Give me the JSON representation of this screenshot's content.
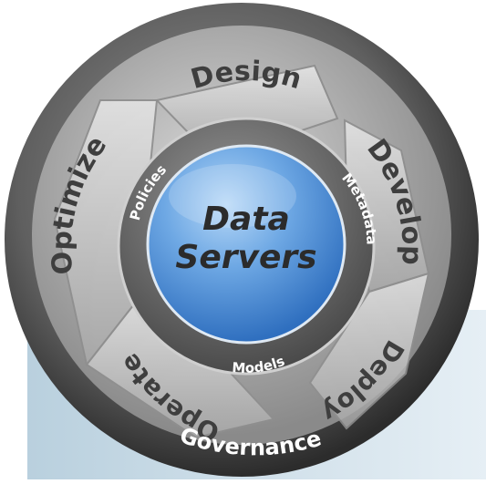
{
  "center": {
    "line1": "Data",
    "line2": "Servers"
  },
  "phases": {
    "design": "Design",
    "develop": "Develop",
    "deploy": "Deploy",
    "operate": "Operate",
    "optimize": "Optimize"
  },
  "inner_ring": {
    "policies": "Policies",
    "metadata": "Metadata",
    "models": "Models"
  },
  "outer_band": {
    "governance": "Governance"
  },
  "colors": {
    "background_band": "#c9dde8",
    "outer_dark": "#3a3a3a",
    "ring_gray": "#9c9c9c",
    "segment_light": "#c2c2c2",
    "inner_ring": "#6e6e6e",
    "hub_blue": "#5a93d6",
    "label_dark": "#3e3e3e",
    "white_text": "#ffffff"
  }
}
